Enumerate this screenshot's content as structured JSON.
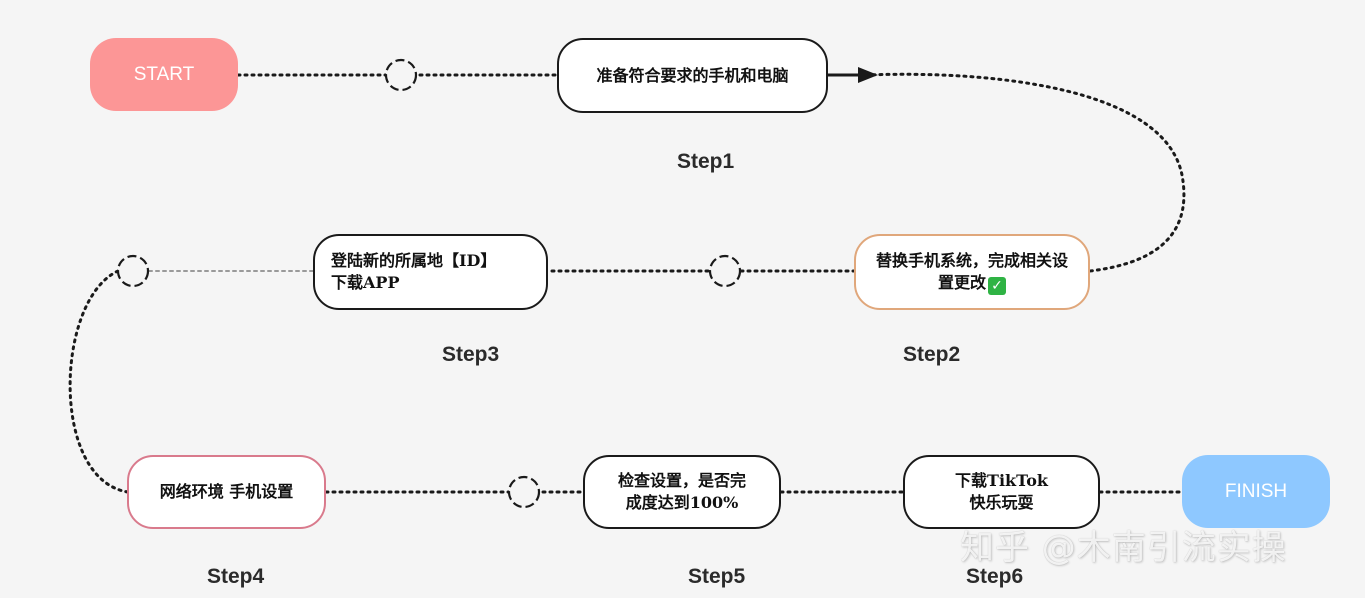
{
  "terminals": {
    "start": {
      "label": "START",
      "color": "#fc9696"
    },
    "finish": {
      "label": "FINISH",
      "color": "#8ec8ff"
    }
  },
  "steps": [
    {
      "id": "step1",
      "text": "准备符合要求的手机和电脑",
      "label": "Step1",
      "border": "#1a1a1a"
    },
    {
      "id": "step2",
      "text": "替换手机系统，完成相关设置更改",
      "label": "Step2",
      "border": "#e0a77b",
      "badge": "check-mark-icon"
    },
    {
      "id": "step3",
      "text_line1": "登陆新的所属地【ID】",
      "text_line2": "下载APP",
      "label": "Step3",
      "border": "#1a1a1a"
    },
    {
      "id": "step4",
      "text": "网络环境 手机设置",
      "label": "Step4",
      "border": "#d97a8c"
    },
    {
      "id": "step5",
      "text_line1": "检查设置，是否完",
      "text_line2": "成度达到100%",
      "label": "Step5",
      "border": "#1a1a1a"
    },
    {
      "id": "step6",
      "text_line1": "下载TikTok",
      "text_line2": "快乐玩耍",
      "label": "Step6",
      "border": "#1a1a1a"
    }
  ],
  "watermark": "知乎 @木南引流实操",
  "colors": {
    "background": "#f5f5f5",
    "connector": "#1a1a1a",
    "guide_line": "#9a9a9a"
  }
}
